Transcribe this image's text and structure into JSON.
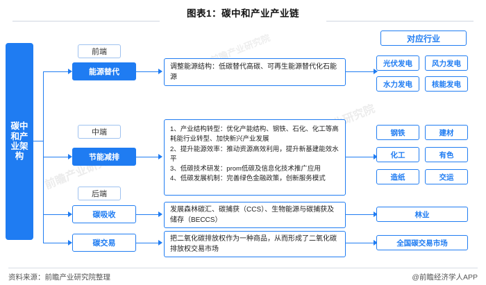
{
  "title": "图表1：碳中和产业产业链",
  "trunk": {
    "label": "碳中和产业架构"
  },
  "industry_header": {
    "label": "对应行业"
  },
  "stages": [
    {
      "label": "前端"
    },
    {
      "label": "中端"
    },
    {
      "label": "后端"
    }
  ],
  "branches": [
    {
      "name": "能源替代",
      "desc": "调整能源结构：低碳替代高碳、可再生能源替代化石能源"
    },
    {
      "name": "节能减排",
      "desc": "1、产业结构转型：优化产能结构、钢铁、石化、化工等高耗能行业转型、加快新兴产业发展\n2、提升能源效率：推动资源高效利用，提升新基建能效水平\n3、低碳技术研发：рrom低碳及信息化技术推广应用\n4、低碳发展机制：完善绿色金融政策，创新服务模式"
    },
    {
      "name": "碳吸收",
      "desc": "发展森林碳汇、碳捕获（CCS）、生物能源与碳捕获及储存（BECCS）"
    },
    {
      "name": "碳交易",
      "desc": "把二氧化碳排放权作为一种商品，从而形成了二氧化碳排放权交易市场"
    }
  ],
  "industries": {
    "energy": [
      "光伏发电",
      "风力发电",
      "水力发电",
      "核能发电"
    ],
    "saving": [
      "钢铁",
      "建材",
      "化工",
      "有色",
      "造纸",
      "交运"
    ],
    "absorb": [
      "林业"
    ],
    "trade": [
      "全国碳交易市场"
    ]
  },
  "footer": {
    "source": "资料来源：前瞻产业研究院整理",
    "brand": "@前瞻经济学人APP"
  },
  "watermarks": [
    "前瞻产业研究院",
    "前瞻产业研究院",
    "前瞻产业研究院"
  ],
  "colors": {
    "accent": "#1f7cf2",
    "text": "#222222",
    "rule": "#cfd6e0"
  }
}
